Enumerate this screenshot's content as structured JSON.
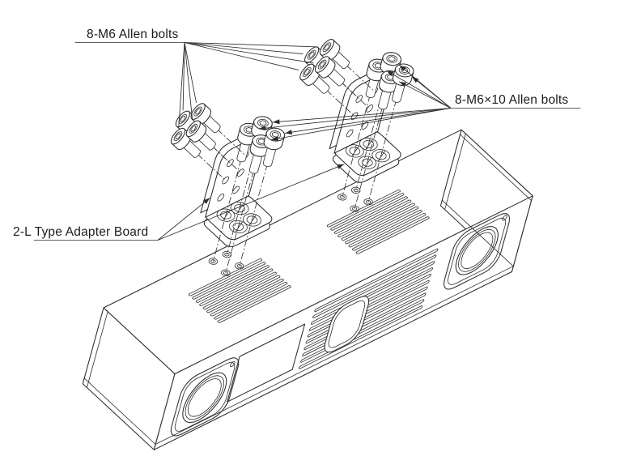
{
  "diagram": {
    "type": "exploded-assembly-diagram",
    "labels": {
      "allen_bolts": "8-M6 Allen bolts",
      "allen_bolts_m6x10": "8-M6×10 Allen bolts",
      "adapter_board": "2-L Type Adapter Board"
    },
    "colors": {
      "line": "#2c2c2c",
      "text": "#1c1c1c",
      "background": "#ffffff"
    }
  }
}
